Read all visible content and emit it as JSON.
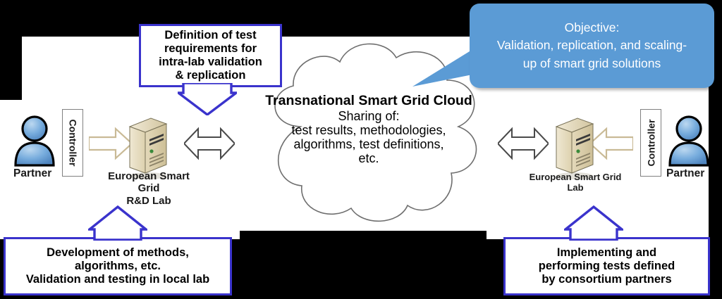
{
  "diagram": {
    "title": "Transnational Smart Grid Cloud collaboration diagram",
    "colors": {
      "objective_fill": "#5b9bd5",
      "callout_border": "#3a33cc",
      "cloud_outline": "#6e6e6e",
      "server_body": "#ded3b0",
      "person_blue": "#6aa3dc",
      "tan_arrow": "#c9ba96",
      "background": "#000000",
      "panel": "#ffffff"
    }
  },
  "cloud": {
    "heading": "Transnational Smart Grid Cloud",
    "line_sharing": "Sharing of:",
    "line_1": "test results, methodologies,",
    "line_2": "algorithms, test definitions,",
    "line_3": "etc."
  },
  "objective": {
    "line_1": "Objective:",
    "line_2": "Validation, replication, and scaling-",
    "line_3": "up of smart grid solutions"
  },
  "callouts": {
    "top": {
      "line_1": "Definition of test",
      "line_2": "requirements for",
      "line_3": "intra-lab validation",
      "line_4": "& replication"
    },
    "bottom_left": {
      "line_1": "Development of methods,",
      "line_2": "algorithms, etc.",
      "line_3": "Validation and testing in local lab"
    },
    "bottom_right": {
      "line_1": "Implementing and",
      "line_2": "performing tests defined",
      "line_3": "by consortium partners"
    }
  },
  "left_side": {
    "person_label": "Partner",
    "controller_label": "Controller",
    "server_label_line_1": "European Smart Grid",
    "server_label_line_2": "R&D Lab"
  },
  "right_side": {
    "person_label": "Partner",
    "controller_label": "Controller",
    "server_label_line_1": "European Smart Grid",
    "server_label_line_2": "Lab"
  },
  "icons": {
    "person": "person-icon",
    "server": "server-icon",
    "double_arrow": "double-headed-arrow-icon",
    "flow_arrow": "block-arrow-icon",
    "cloud": "cloud-shape-icon"
  }
}
